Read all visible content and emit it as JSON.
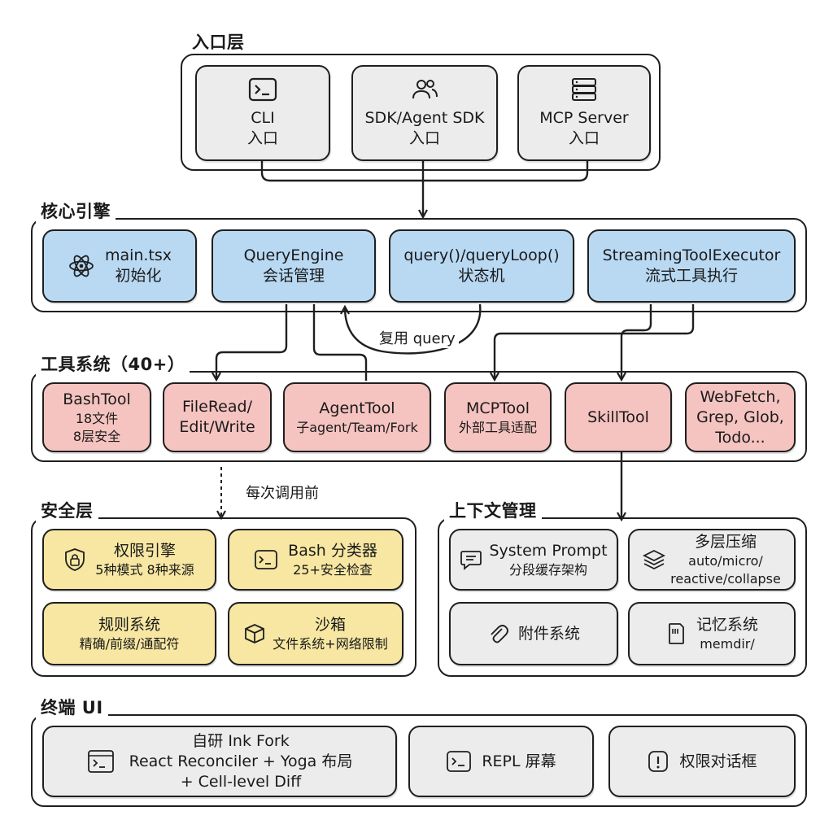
{
  "entry_layer": {
    "title": "入口层",
    "boxes": [
      {
        "title": "CLI",
        "sub": "入口",
        "icon": "terminal-icon"
      },
      {
        "title": "SDK/Agent SDK",
        "sub": "入口",
        "icon": "users-icon"
      },
      {
        "title": "MCP Server",
        "sub": "入口",
        "icon": "server-icon"
      }
    ]
  },
  "core_engine": {
    "title": "核心引擎",
    "boxes": [
      {
        "title": "main.tsx",
        "sub": "初始化",
        "icon": "react-atom-icon"
      },
      {
        "title": "QueryEngine",
        "sub": "会话管理"
      },
      {
        "title": "query()/queryLoop()",
        "sub": "状态机"
      },
      {
        "title": "StreamingToolExecutor",
        "sub": "流式工具执行"
      }
    ],
    "reuse_label": "复用 query"
  },
  "tool_system": {
    "title": "工具系统（40+）",
    "boxes": [
      {
        "title": "BashTool",
        "lines": [
          "18文件",
          "8层安全"
        ]
      },
      {
        "title": "FileRead/",
        "lines": [
          "Edit/Write"
        ]
      },
      {
        "title": "AgentTool",
        "lines": [
          "子agent/Team/Fork"
        ]
      },
      {
        "title": "MCPTool",
        "lines": [
          "外部工具适配"
        ]
      },
      {
        "title": "SkillTool",
        "lines": []
      },
      {
        "title": "WebFetch,",
        "lines": [
          "Grep, Glob,",
          "Todo..."
        ]
      }
    ],
    "before_call_label": "每次调用前"
  },
  "security_layer": {
    "title": "安全层",
    "boxes": [
      {
        "title": "权限引擎",
        "sub": "5种模式 8种来源",
        "icon": "lock-shield-icon"
      },
      {
        "title": "Bash 分类器",
        "sub": "25+安全检查",
        "icon": "terminal-icon"
      },
      {
        "title": "规则系统",
        "sub": "精确/前缀/通配符"
      },
      {
        "title": "沙箱",
        "sub": "文件系统+网络限制",
        "icon": "box-icon"
      }
    ]
  },
  "context_mgmt": {
    "title": "上下文管理",
    "boxes": [
      {
        "title": "System Prompt",
        "sub": "分段缓存架构",
        "icon": "chat-icon"
      },
      {
        "title": "多层压缩",
        "lines": [
          "auto/micro/",
          "reactive/collapse"
        ],
        "icon": "layers-icon"
      },
      {
        "title": "附件系统",
        "icon": "paperclip-icon"
      },
      {
        "title": "记忆系统",
        "sub": "memdir/",
        "icon": "memory-card-icon"
      }
    ]
  },
  "terminal_ui": {
    "title": "终端 UI",
    "boxes": [
      {
        "title": "自研 Ink Fork",
        "lines": [
          "React Reconciler + Yoga 布局",
          "+ Cell-level Diff"
        ],
        "icon": "window-terminal-icon"
      },
      {
        "title": "REPL 屏幕",
        "icon": "terminal-icon"
      },
      {
        "title": "权限对话框",
        "icon": "alert-icon"
      }
    ]
  },
  "colors": {
    "gray": "#ececec",
    "blue": "#b9d9f3",
    "pink": "#f5c3c0",
    "yellow": "#f7e7a2",
    "stroke": "#1f1f1f"
  }
}
